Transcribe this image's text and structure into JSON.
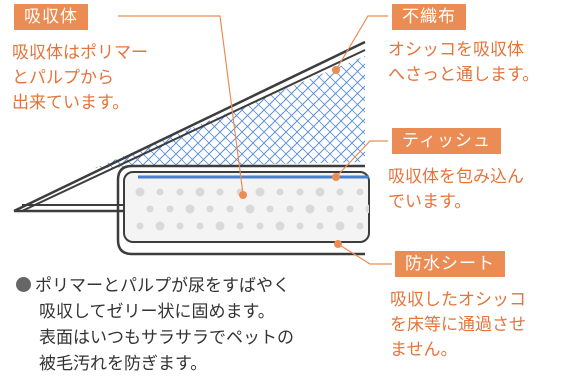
{
  "labels": {
    "absorbent": {
      "tag": "吸収体",
      "desc": [
        "吸収体はポリマー",
        "とパルプから",
        "出来ています。"
      ]
    },
    "nonwoven": {
      "tag": "不織布",
      "desc": [
        "オシッコを吸収体",
        "へさっと通します。"
      ]
    },
    "tissue": {
      "tag": "ティッシュ",
      "desc": [
        "吸収体を包み込ん",
        "でいます。"
      ]
    },
    "waterproof": {
      "tag": "防水シート",
      "desc": [
        "吸収したオシッコ",
        "を床等に通過させ",
        "ません。"
      ]
    }
  },
  "bullet": {
    "lines": [
      "ポリマーとパルプが尿をすばやく",
      "吸収してゼリー状に固めます。",
      "表面はいつもサラサラでペットの",
      "被毛汚れを防ぎます。"
    ]
  },
  "colors": {
    "accent": "#ec8c55",
    "accent_text": "#e5743a",
    "hatch": "#5b8fd6",
    "layer_line": "#4a80d0",
    "outline": "#3d3d3d",
    "core_fill": "#f2f2f2",
    "pellet": "#d9d9d9",
    "body_text": "#333333"
  }
}
